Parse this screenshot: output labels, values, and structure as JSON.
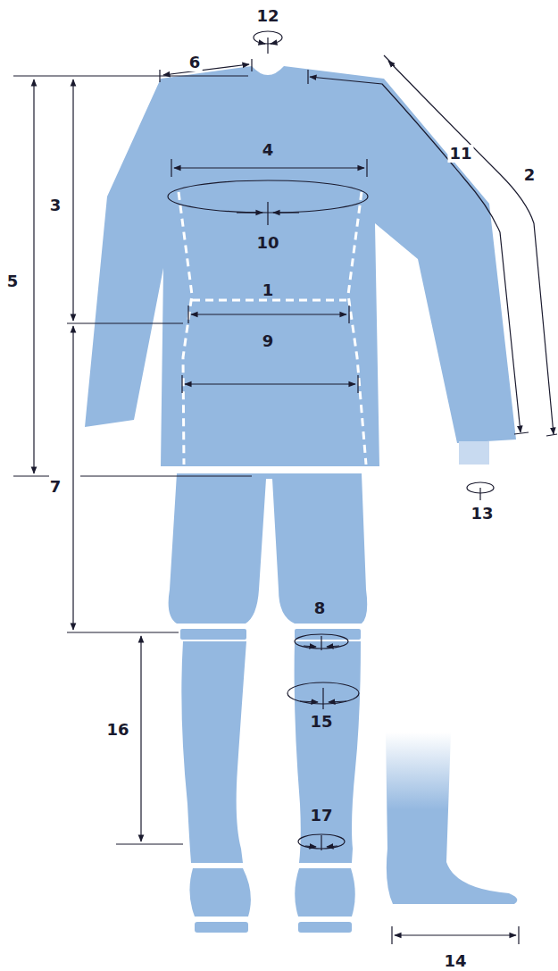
{
  "diagram": {
    "labels": [
      "12",
      "6",
      "4",
      "3",
      "5",
      "11",
      "2",
      "10",
      "1",
      "9",
      "7",
      "13",
      "8",
      "15",
      "16",
      "17",
      "14"
    ]
  }
}
